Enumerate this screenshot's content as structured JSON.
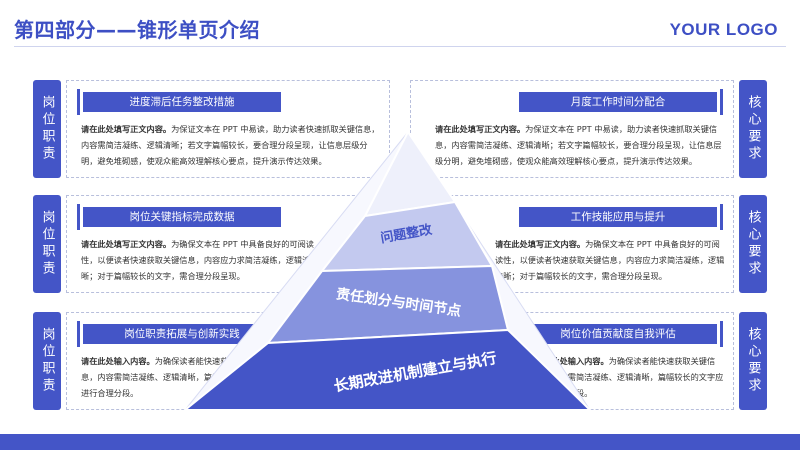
{
  "header": {
    "title": "第四部分——锥形单页介绍",
    "logo": "YOUR LOGO"
  },
  "side_tabs": {
    "left": "岗位职责",
    "right": "核心要求"
  },
  "panels": [
    {
      "side": "left",
      "title": "进度滞后任务整改措施",
      "lead": "请在此处填写正文内容。",
      "body": "为保证文本在 PPT 中易读，助力读者快速抓取关键信息，内容需简洁凝练、逻辑清晰；若文字篇幅较长，要合理分段呈现，让信息层级分明，避免堆砌感，使观众能高效理解核心要点，提升演示传达效果。"
    },
    {
      "side": "right",
      "title": "月度工作时间分配合",
      "lead": "请在此处填写正文内容。",
      "body": "为保证文本在 PPT 中易读，助力读者快速抓取关键信息，内容需简洁凝练、逻辑清晰；若文字篇幅较长，要合理分段呈现，让信息层级分明，避免堆砌感，使观众能高效理解核心要点，提升演示传达效果。"
    },
    {
      "side": "left",
      "title": "岗位关键指标完成数据",
      "lead": "请在此处填写正文内容。",
      "body": "为确保文本在 PPT 中具备良好的可阅读性，以便读者快速获取关键信息，内容应力求简洁凝练，逻辑清晰；对于篇幅较长的文字，需合理分段呈现。"
    },
    {
      "side": "right",
      "title": "工作技能应用与提升",
      "lead": "请在此处填写正文内容。",
      "body": "为确保文本在 PPT 中具备良好的可阅读性，以便读者快速获取关键信息，内容应力求简洁凝练，逻辑清晰；对于篇幅较长的文字，需合理分段呈现。"
    },
    {
      "side": "left",
      "title": "岗位职责拓展与创新实践",
      "lead": "请在此处输入内容。",
      "body": "为确保读者能快速获取关键信息，内容需简洁凝练、逻辑清晰，篇幅较长的文字应进行合理分段。"
    },
    {
      "side": "right",
      "title": "岗位价值贡献度自我评估",
      "lead": "请在此处输入内容。",
      "body": "为确保读者能快速获取关键信息，内容需简洁凝练、逻辑清晰，篇幅较长的文字应进行合理分段。"
    }
  ],
  "pyramid": {
    "levels": [
      "问题整改",
      "责任划分与时间节点",
      "长期改进机制建立与执行"
    ],
    "colors": [
      "#eef0fb",
      "#c3c9ef",
      "#8693de",
      "#4455c7"
    ]
  }
}
